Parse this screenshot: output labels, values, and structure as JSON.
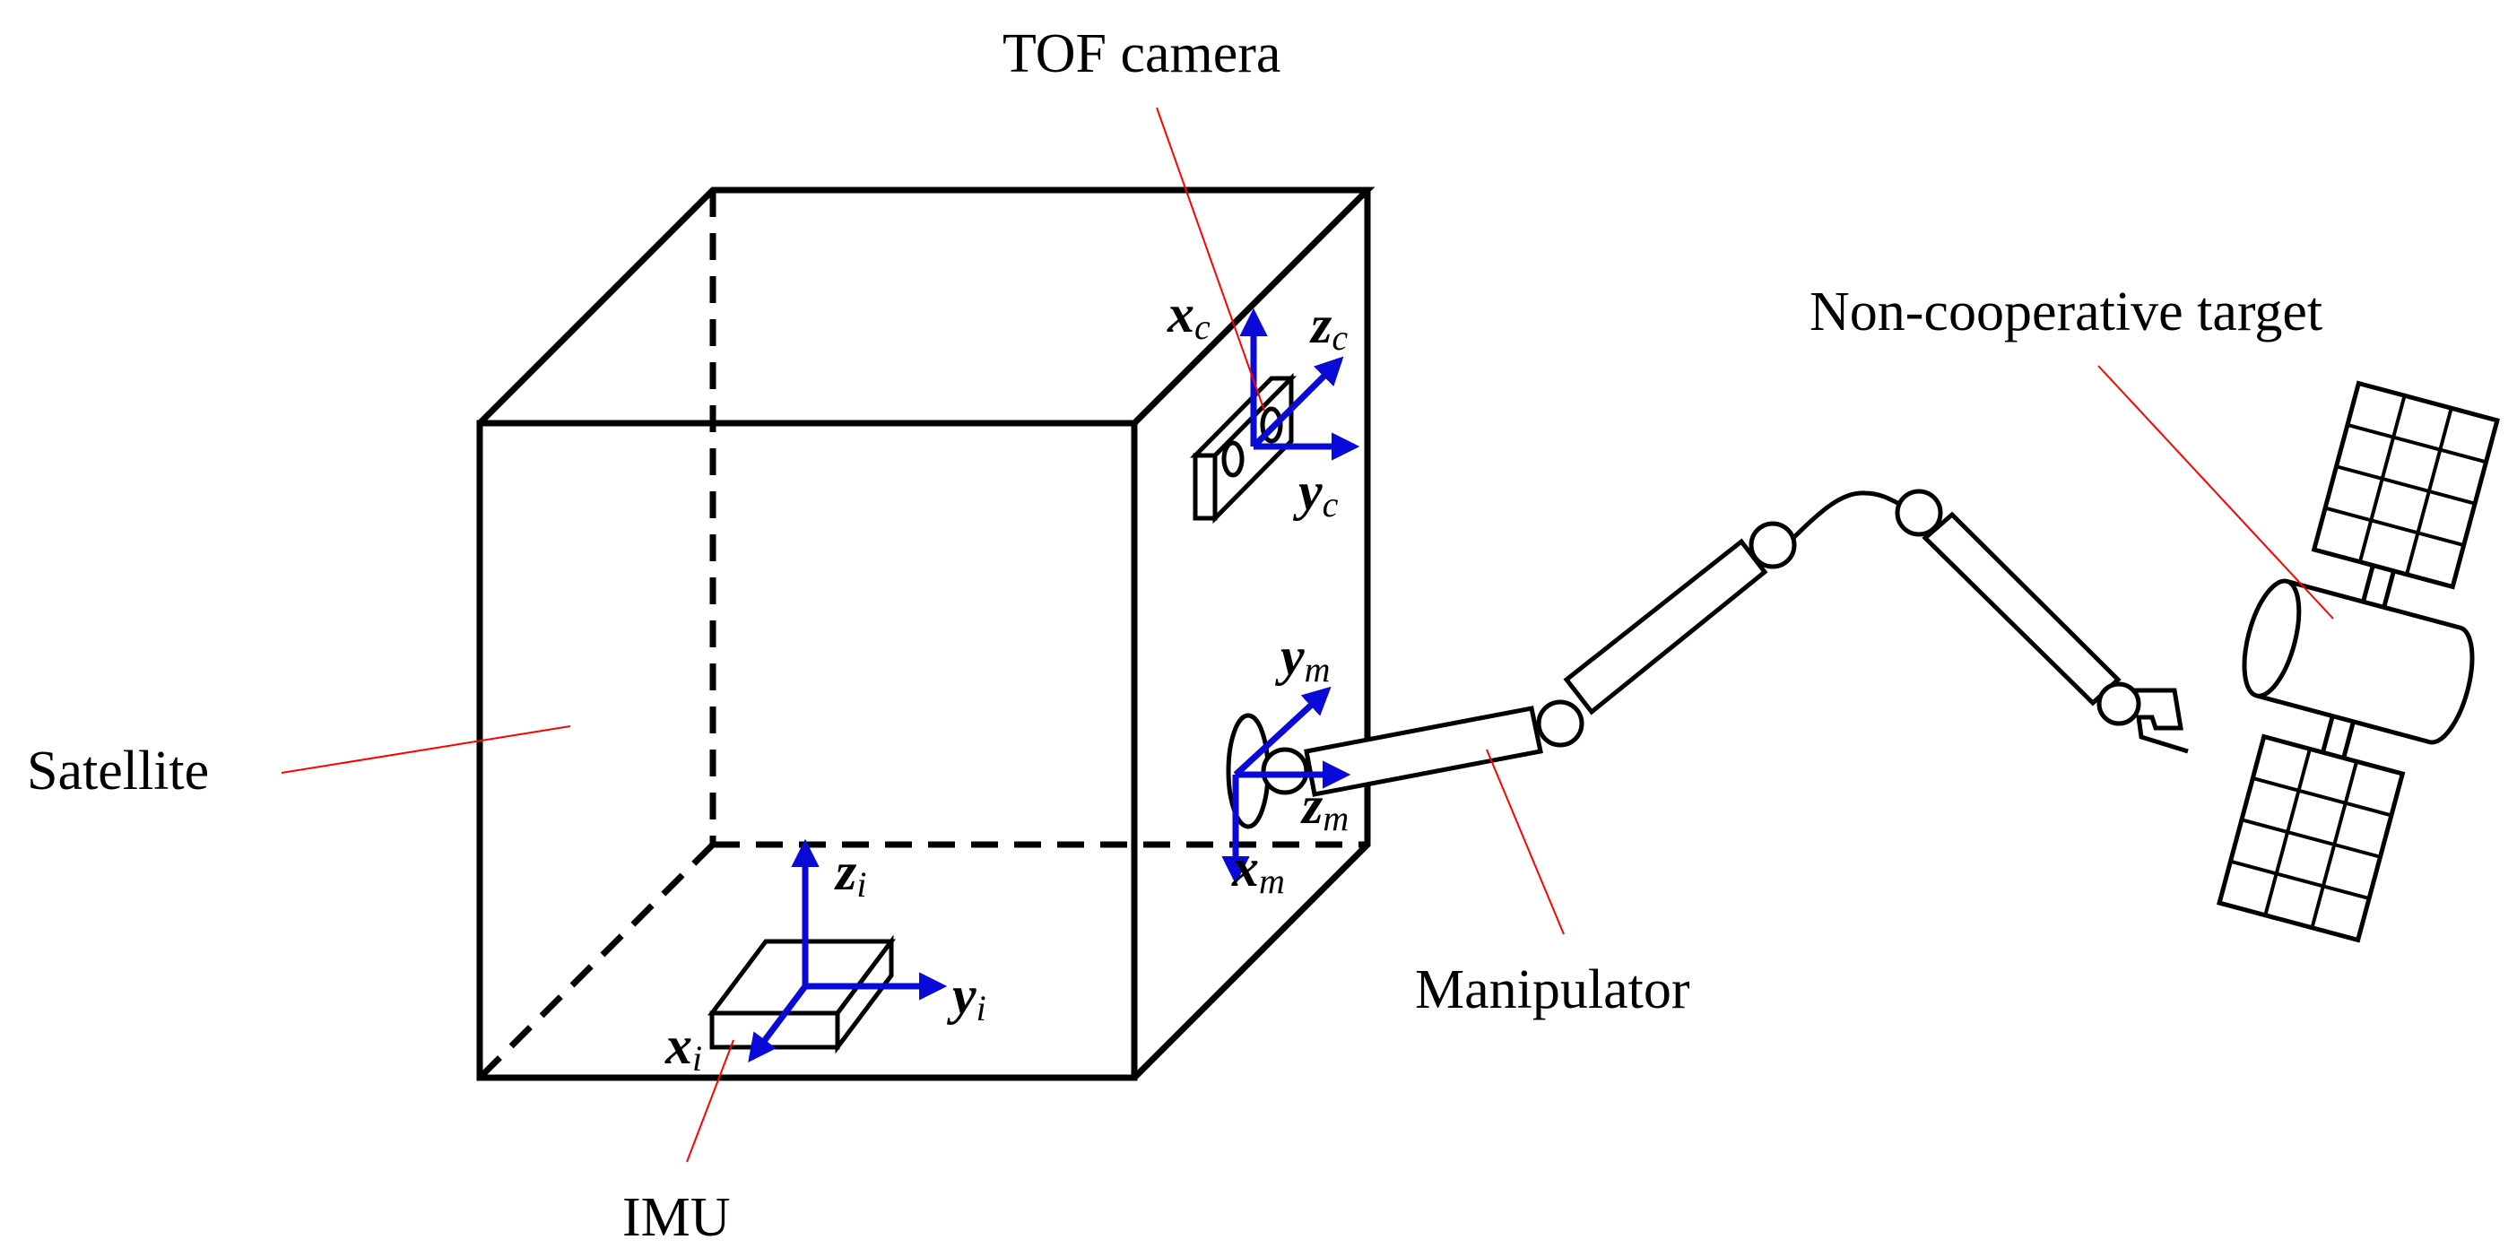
{
  "labels": {
    "tof_camera": "TOF camera",
    "non_cooperative_target": "Non-cooperative target",
    "satellite": "Satellite",
    "manipulator": "Manipulator",
    "imu": "IMU"
  },
  "axes": {
    "camera": {
      "x": "x",
      "x_sub": "c",
      "y": "y",
      "y_sub": "c",
      "z": "z",
      "z_sub": "c"
    },
    "manipulator": {
      "x": "x",
      "x_sub": "m",
      "y": "y",
      "y_sub": "m",
      "z": "z",
      "z_sub": "m"
    },
    "imu": {
      "x": "x",
      "x_sub": "i",
      "y": "y",
      "y_sub": "i",
      "z": "z",
      "z_sub": "i"
    }
  },
  "colors": {
    "axis": "#0a0ad8",
    "leader": "#ff0000",
    "outline": "#000000"
  }
}
